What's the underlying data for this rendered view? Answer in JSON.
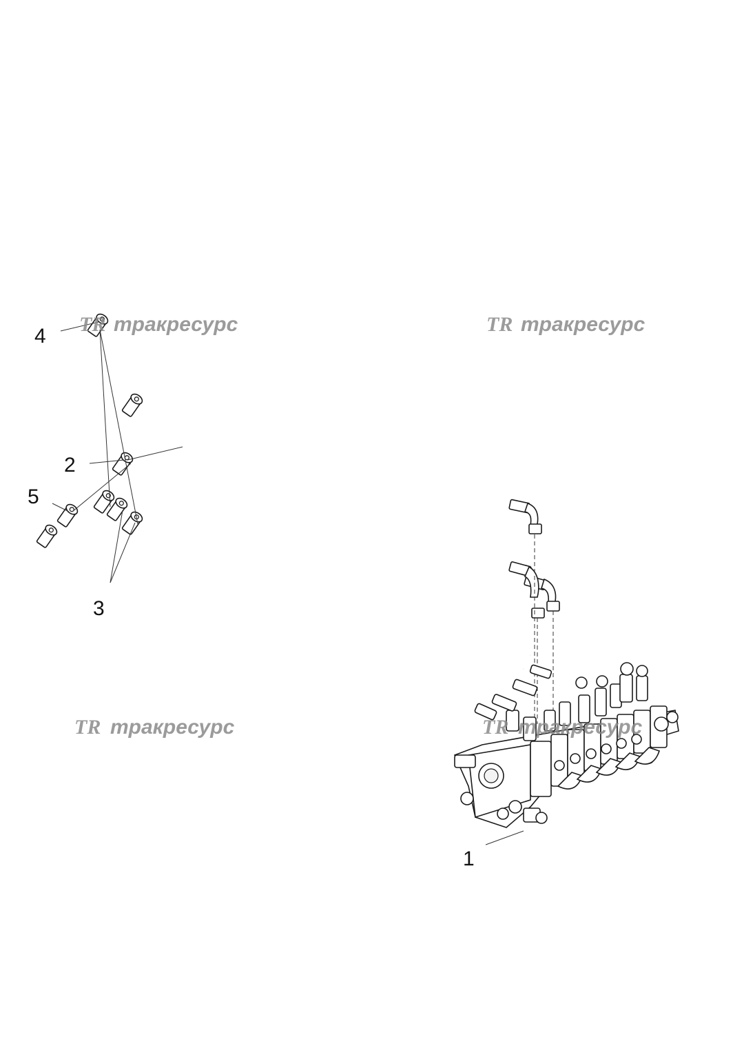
{
  "callouts": [
    {
      "id": "1",
      "label": "1"
    },
    {
      "id": "2",
      "label": "2"
    },
    {
      "id": "3",
      "label": "3"
    },
    {
      "id": "4",
      "label": "4"
    },
    {
      "id": "5",
      "label": "5"
    }
  ],
  "watermark": {
    "logo": "TR",
    "text": "тракресурс"
  }
}
